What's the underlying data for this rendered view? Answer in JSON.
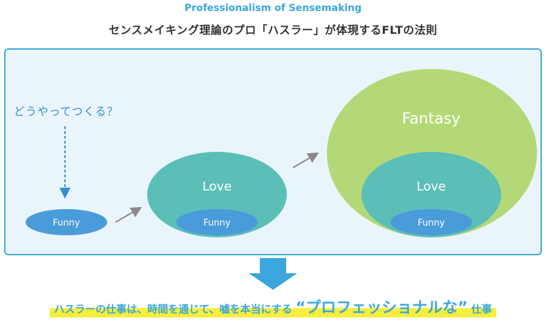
{
  "header": {
    "kicker": "Professionalism of Sensemaking",
    "title": "センスメイキング理論のプロ「ハスラー」が体現するFLTの法則"
  },
  "diagram": {
    "question": "どうやってつくる？",
    "stage1": {
      "funny": "Funny"
    },
    "stage2": {
      "love": "Love",
      "funny": "Funny"
    },
    "stage3": {
      "fantasy": "Fantasy",
      "love": "Love",
      "funny": "Funny"
    },
    "colors": {
      "funny": "#4a9bd9",
      "love": "#5bbfb8",
      "fantasy": "#b4d877",
      "arrow": "#8a8a8a",
      "panel_border": "#3fa9dc",
      "panel_bg": "#eaf5fb",
      "accent": "#3aa6dd",
      "highlight": "#f5ee3a"
    }
  },
  "footer": {
    "message": "ハスラーの仕事は、時間を通じて、嘘を本当にする",
    "quote": "“プロフェッショナルな”",
    "tail": "仕事"
  }
}
